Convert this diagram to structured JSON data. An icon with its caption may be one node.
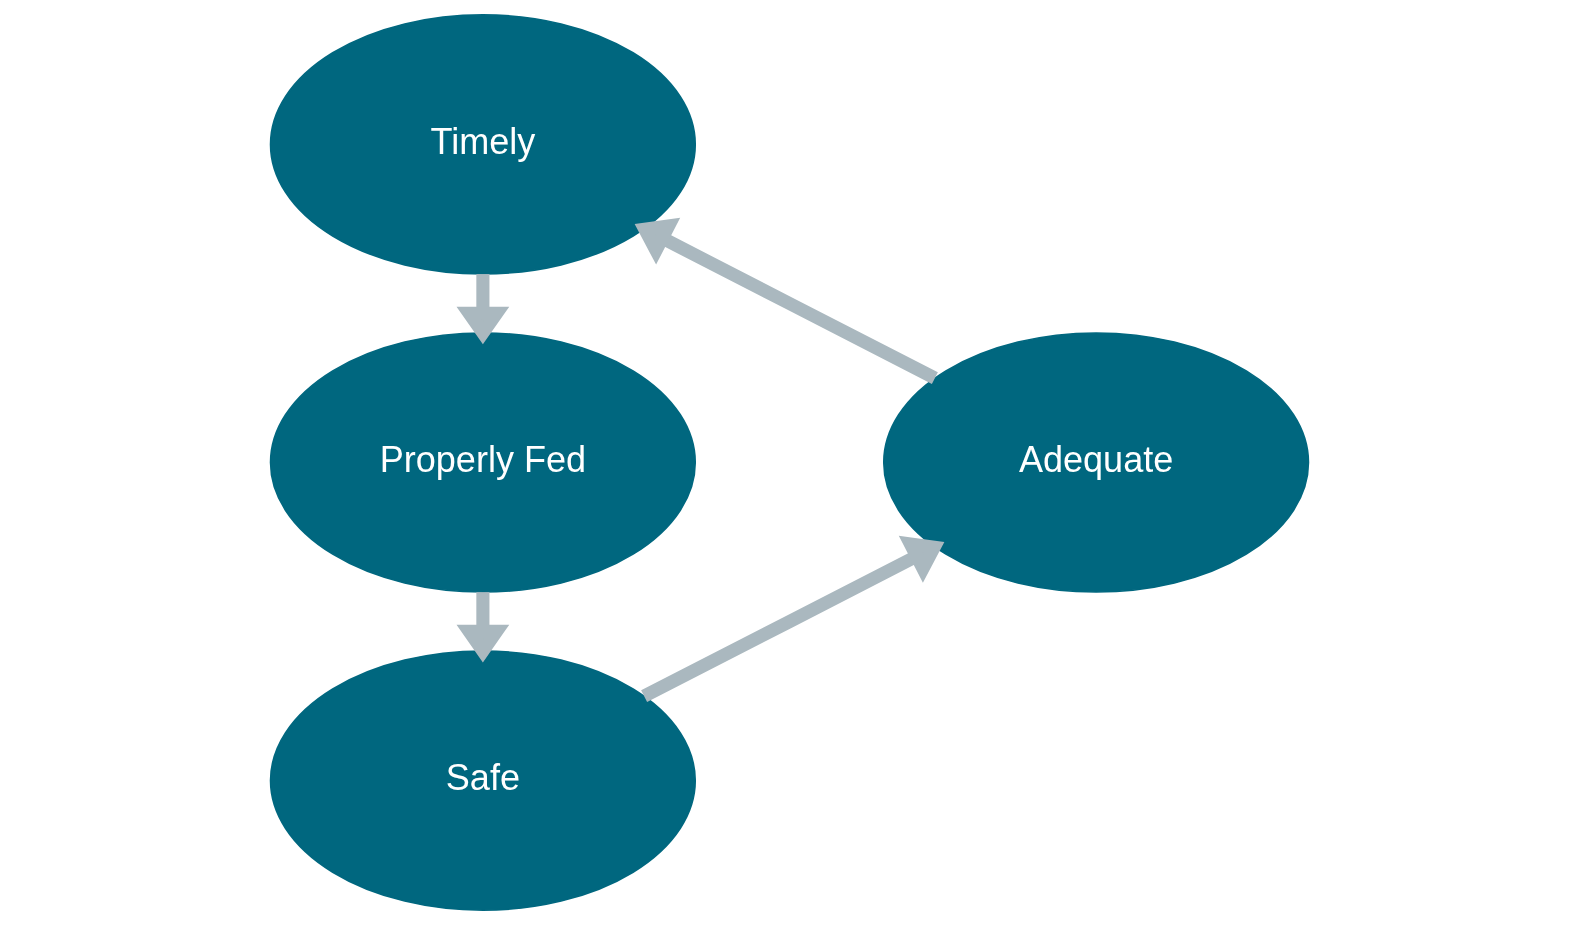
{
  "diagram": {
    "nodes": [
      {
        "text": [
          "Timely"
        ]
      },
      {
        "text": [
          "Adequate"
        ]
      },
      {
        "text": [
          "Properly Fed"
        ]
      },
      {
        "text": [
          "Safe"
        ]
      }
    ],
    "edges": [
      {
        "from": 0,
        "to": 2,
        "arrow": "to"
      },
      {
        "from": 2,
        "to": 3,
        "arrow": "to"
      },
      {
        "from": 3,
        "to": 1,
        "arrow": "to"
      },
      {
        "from": 1,
        "to": 0,
        "arrow": "to"
      }
    ]
  }
}
